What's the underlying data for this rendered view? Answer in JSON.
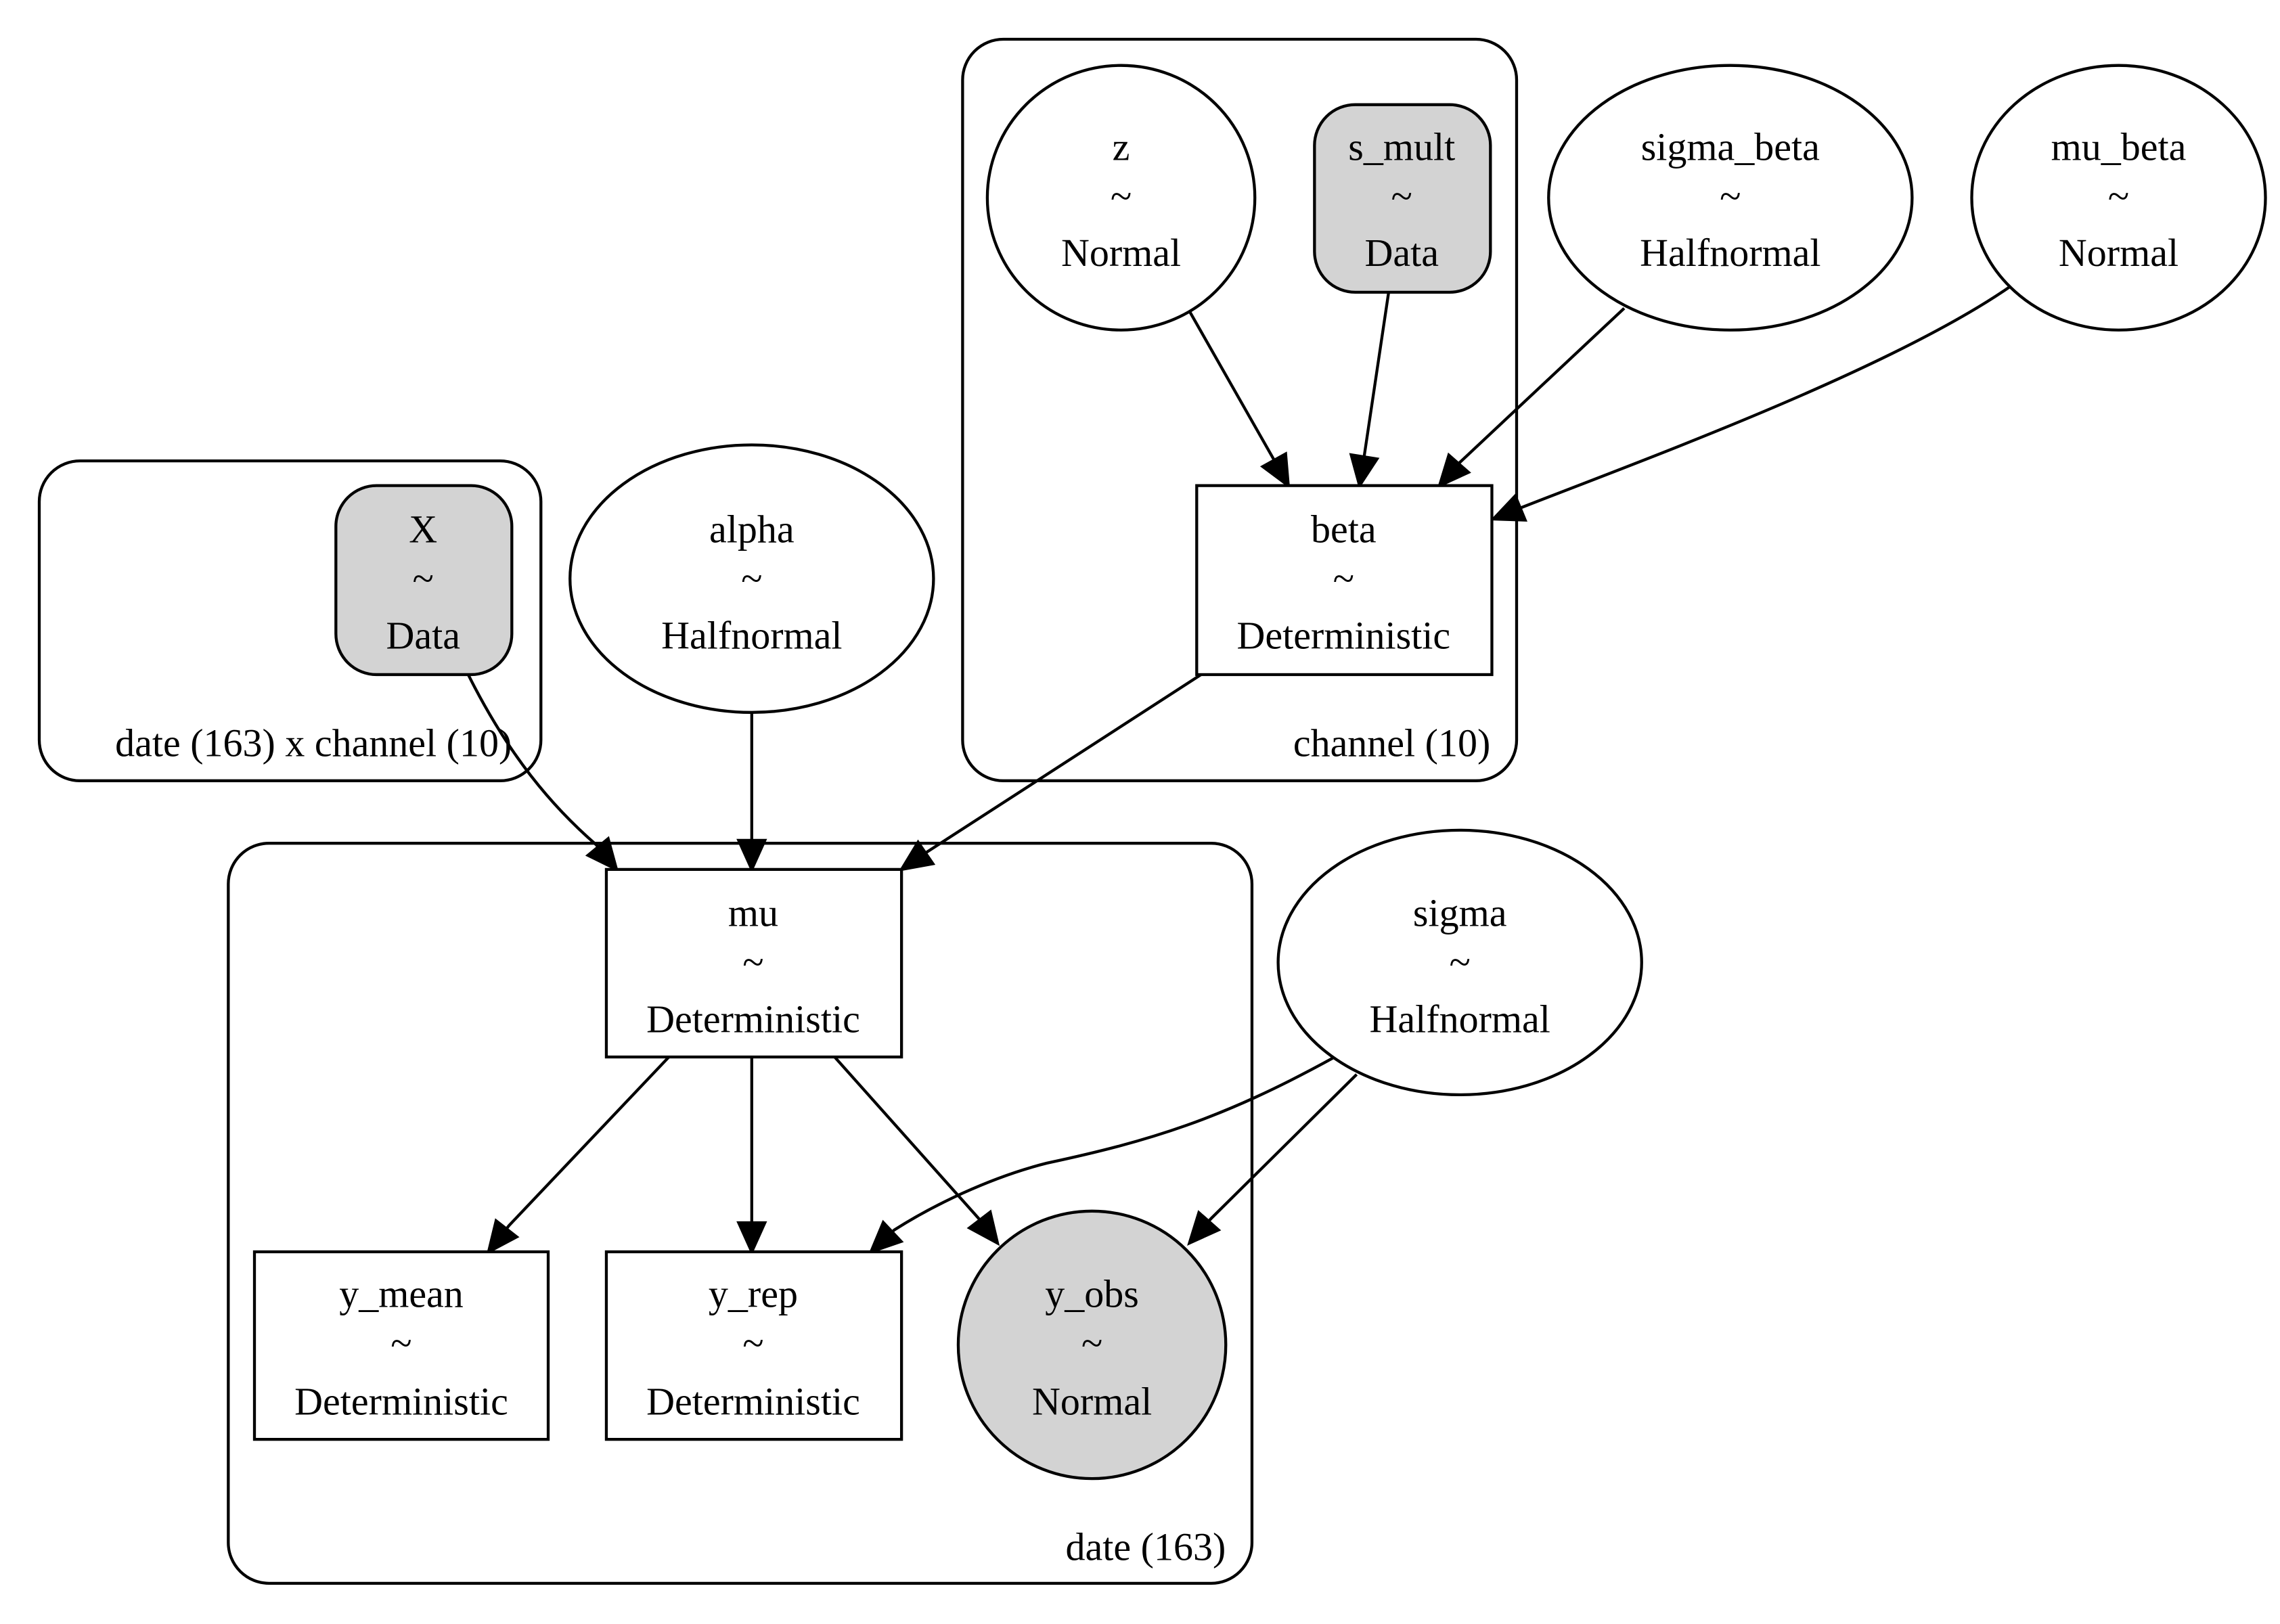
{
  "graph": {
    "title": "PyMC model graph",
    "colors": {
      "observed_fill": "#d3d3d3",
      "latent_fill": "#ffffff",
      "stroke": "#000000"
    },
    "plates": [
      {
        "id": "plate_date_channel",
        "label": "date (163) x channel (10)"
      },
      {
        "id": "plate_channel",
        "label": "channel (10)"
      },
      {
        "id": "plate_date",
        "label": "date (163)"
      }
    ],
    "nodes": [
      {
        "id": "z",
        "name": "z",
        "sep": "~",
        "dist": "Normal",
        "kind": "free"
      },
      {
        "id": "s_mult",
        "name": "s_mult",
        "sep": "~",
        "dist": "Data",
        "kind": "data"
      },
      {
        "id": "sigma_beta",
        "name": "sigma_beta",
        "sep": "~",
        "dist": "Halfnormal",
        "kind": "free"
      },
      {
        "id": "mu_beta",
        "name": "mu_beta",
        "sep": "~",
        "dist": "Normal",
        "kind": "free"
      },
      {
        "id": "beta",
        "name": "beta",
        "sep": "~",
        "dist": "Deterministic",
        "kind": "deterministic"
      },
      {
        "id": "X",
        "name": "X",
        "sep": "~",
        "dist": "Data",
        "kind": "data"
      },
      {
        "id": "alpha",
        "name": "alpha",
        "sep": "~",
        "dist": "Halfnormal",
        "kind": "free"
      },
      {
        "id": "mu",
        "name": "mu",
        "sep": "~",
        "dist": "Deterministic",
        "kind": "deterministic"
      },
      {
        "id": "sigma",
        "name": "sigma",
        "sep": "~",
        "dist": "Halfnormal",
        "kind": "free"
      },
      {
        "id": "y_mean",
        "name": "y_mean",
        "sep": "~",
        "dist": "Deterministic",
        "kind": "deterministic"
      },
      {
        "id": "y_rep",
        "name": "y_rep",
        "sep": "~",
        "dist": "Deterministic",
        "kind": "deterministic"
      },
      {
        "id": "y_obs",
        "name": "y_obs",
        "sep": "~",
        "dist": "Normal",
        "kind": "observed"
      }
    ],
    "edges": [
      {
        "from": "z",
        "to": "beta"
      },
      {
        "from": "s_mult",
        "to": "beta"
      },
      {
        "from": "sigma_beta",
        "to": "beta"
      },
      {
        "from": "mu_beta",
        "to": "beta"
      },
      {
        "from": "X",
        "to": "mu"
      },
      {
        "from": "alpha",
        "to": "mu"
      },
      {
        "from": "beta",
        "to": "mu"
      },
      {
        "from": "mu",
        "to": "y_mean"
      },
      {
        "from": "mu",
        "to": "y_rep"
      },
      {
        "from": "mu",
        "to": "y_obs"
      },
      {
        "from": "sigma",
        "to": "y_rep"
      },
      {
        "from": "sigma",
        "to": "y_obs"
      }
    ]
  }
}
